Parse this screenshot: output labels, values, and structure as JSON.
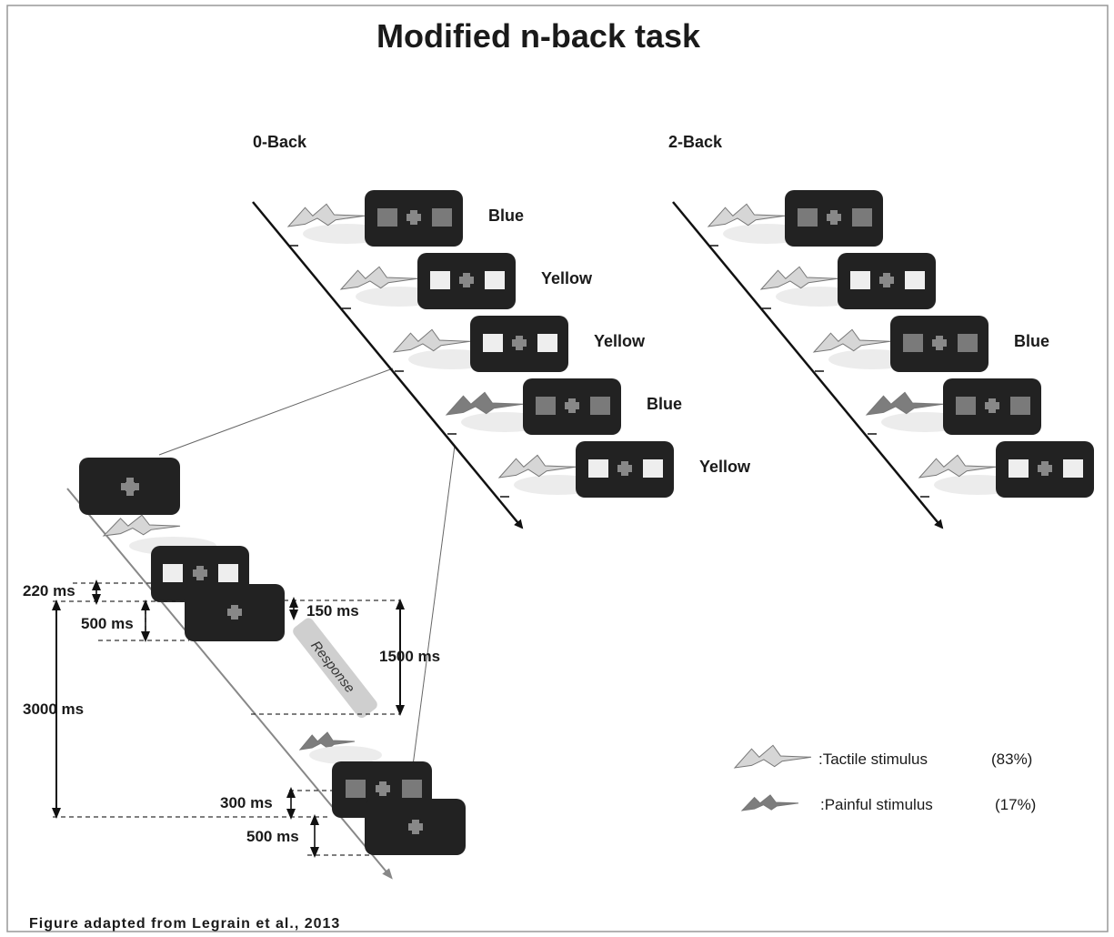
{
  "title": "Modified n-back task",
  "panels": {
    "zero_back": {
      "label": "0-Back",
      "trials": [
        "Blue",
        "Yellow",
        "Yellow",
        "Blue",
        "Yellow"
      ]
    },
    "two_back": {
      "label": "2-Back",
      "trials": [
        "",
        "",
        "Blue",
        "",
        ""
      ]
    }
  },
  "timing": {
    "t220": "220 ms",
    "t500a": "500 ms",
    "t150": "150 ms",
    "t1500": "1500 ms",
    "t3000": "3000 ms",
    "t300": "300 ms",
    "t500b": "500 ms",
    "response": "Response"
  },
  "legend": {
    "tactile": {
      "label": ":Tactile  stimulus",
      "pct": "(83%)"
    },
    "painful": {
      "label": ":Painful stimulus",
      "pct": "(17%)"
    }
  },
  "caption": "Figure adapted from Legrain et al., 2013",
  "colors": {
    "screen": "#222222",
    "blue_square": "#7a7a7a",
    "yellow_square": "#eeeeee",
    "tactile_bolt": "#d6d6d6",
    "painful_bolt": "#7d7d7d"
  }
}
